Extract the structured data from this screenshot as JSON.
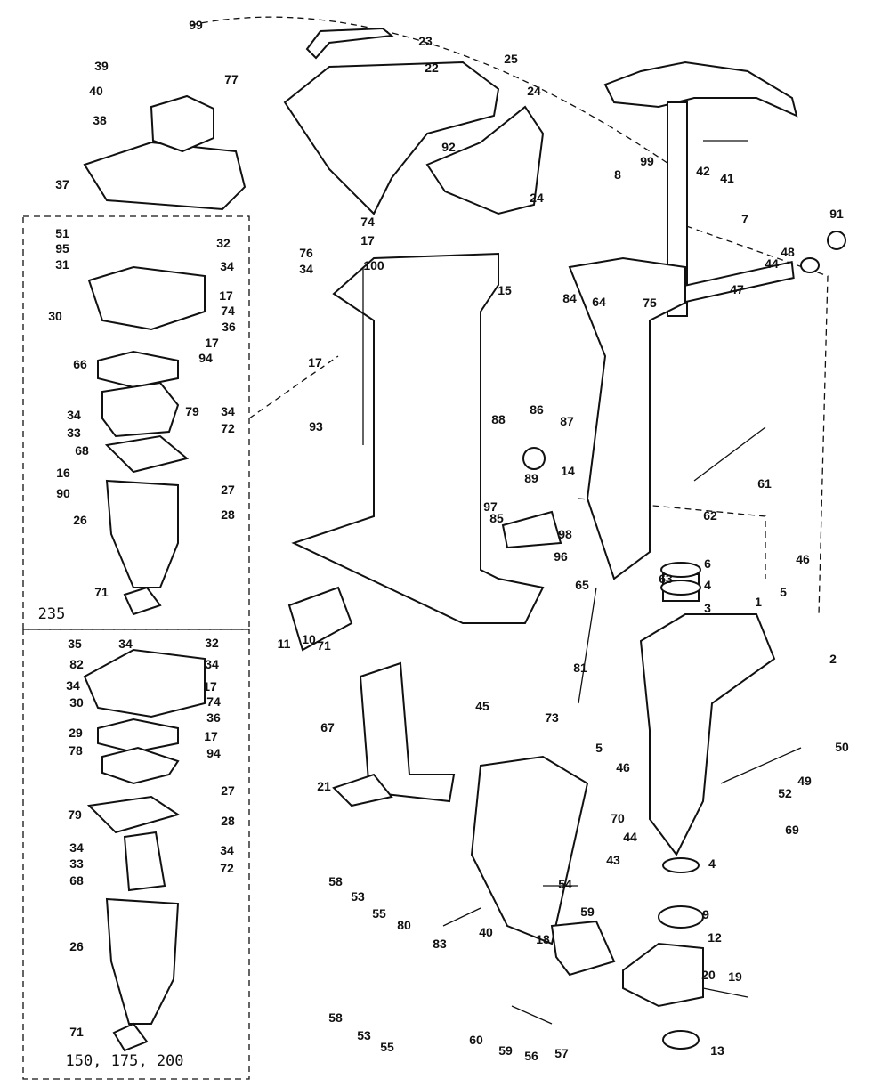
{
  "diagram": {
    "part_labels": [
      "99",
      "39",
      "40",
      "77",
      "38",
      "37",
      "23",
      "22",
      "25",
      "24",
      "92",
      "99",
      "8",
      "42",
      "41",
      "24",
      "7",
      "74",
      "17",
      "76",
      "100",
      "34",
      "51",
      "95",
      "31",
      "32",
      "34",
      "30",
      "17",
      "74",
      "36",
      "17",
      "94",
      "66",
      "91",
      "48",
      "44",
      "47",
      "75",
      "64",
      "84",
      "15",
      "17",
      "86",
      "87",
      "88",
      "14",
      "89",
      "97",
      "85",
      "93",
      "34",
      "33",
      "68",
      "79",
      "34",
      "72",
      "16",
      "90",
      "27",
      "28",
      "26",
      "61",
      "62",
      "98",
      "96",
      "71",
      "6",
      "4",
      "3",
      "1",
      "5",
      "46",
      "65",
      "63",
      "2",
      "11",
      "10",
      "71",
      "81",
      "73",
      "35",
      "34",
      "32",
      "34",
      "82",
      "34",
      "30",
      "17",
      "74",
      "36",
      "29",
      "17",
      "94",
      "67",
      "78",
      "45",
      "5",
      "46",
      "50",
      "49",
      "52",
      "21",
      "27",
      "28",
      "79",
      "70",
      "44",
      "69",
      "43",
      "34",
      "33",
      "68",
      "34",
      "72",
      "58",
      "53",
      "55",
      "80",
      "54",
      "59",
      "4",
      "9",
      "83",
      "40",
      "18",
      "12",
      "26",
      "20",
      "19",
      "58",
      "53",
      "55",
      "60",
      "59",
      "56",
      "57",
      "13",
      "71"
    ],
    "group_labels": {
      "upper_box": "235",
      "lower_box": "150, 175, 200"
    }
  }
}
